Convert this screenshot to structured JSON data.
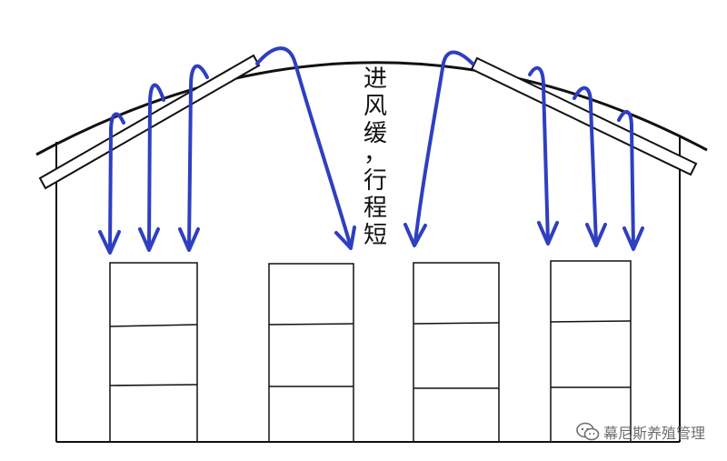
{
  "caption": {
    "chars": [
      "进",
      "风",
      "缓",
      "，",
      "行",
      "程",
      "短"
    ]
  },
  "watermark": {
    "text": "幕尼斯养殖管理",
    "icon": "wechat-icon"
  },
  "colors": {
    "arrow": "#2f3fc0",
    "line": "#111111",
    "background": "#ffffff",
    "watermark": "#6f6f6f"
  }
}
